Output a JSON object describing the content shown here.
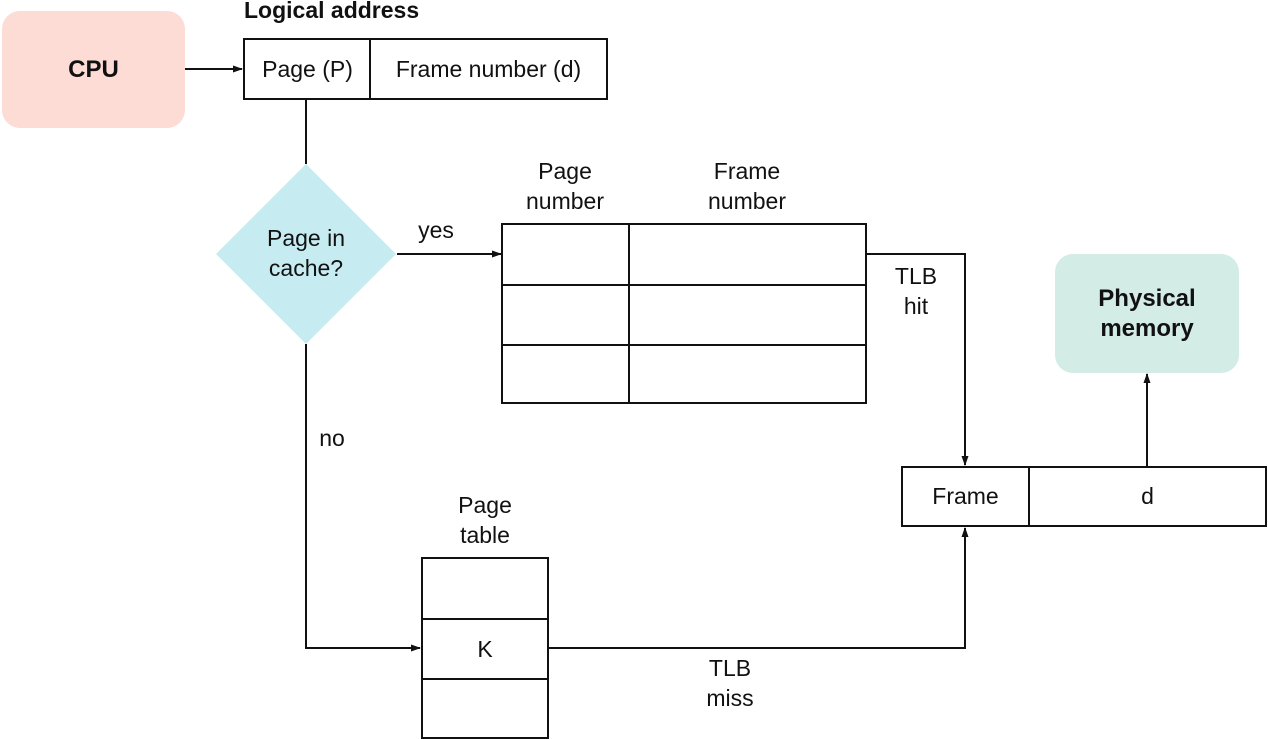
{
  "colors": {
    "cpu_fill": "#fcdcd4",
    "decision_fill": "#c6ecf2",
    "memory_fill": "#d3ece6",
    "line": "#111111"
  },
  "cpu": {
    "label": "CPU"
  },
  "logical_address": {
    "title": "Logical address",
    "page_cell": "Page (P)",
    "frame_cell": "Frame number (d)"
  },
  "decision": {
    "label": "Page in\ncache?",
    "yes": "yes",
    "no": "no"
  },
  "tlb": {
    "col1_header": "Page\nnumber",
    "col2_header": "Frame\nnumber",
    "hit_label": "TLB\nhit",
    "miss_label": "TLB\nmiss"
  },
  "page_table": {
    "title": "Page\ntable",
    "entry": "K"
  },
  "physical_address": {
    "frame_cell": "Frame",
    "offset_cell": "d"
  },
  "physical_memory": {
    "label": "Physical\nmemory"
  }
}
